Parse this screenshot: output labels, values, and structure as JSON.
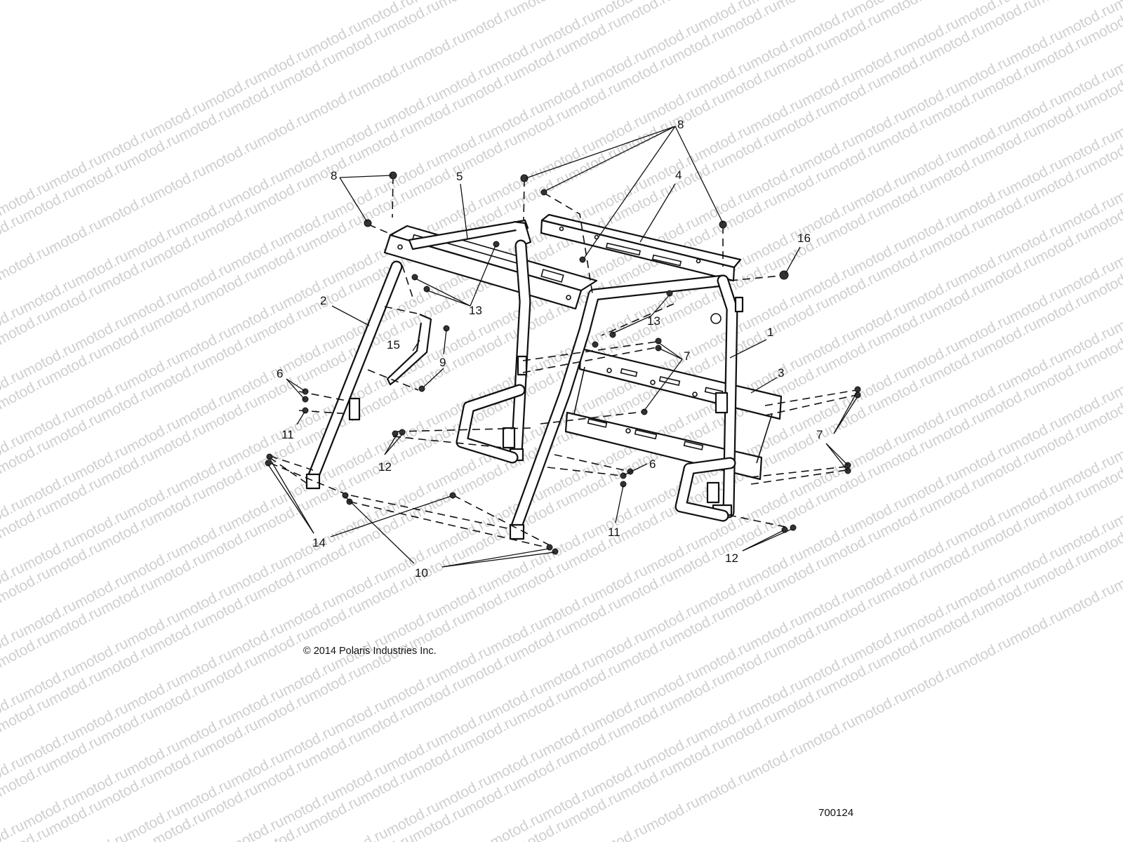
{
  "watermark": {
    "text": "motod.ru"
  },
  "copyright": "© 2014 Polaris Industries Inc.",
  "figure_number": "700124",
  "callouts": {
    "c1": "1",
    "c2": "2",
    "c3": "3",
    "c4": "4",
    "c5": "5",
    "c6a": "6",
    "c6b": "6",
    "c7a": "7",
    "c7b": "7",
    "c8a": "8",
    "c8b": "8",
    "c9": "9",
    "c10": "10",
    "c11a": "11",
    "c11b": "11",
    "c12a": "12",
    "c12b": "12",
    "c13a": "13",
    "c13b": "13",
    "c14": "14",
    "c15": "15",
    "c16": "16"
  }
}
